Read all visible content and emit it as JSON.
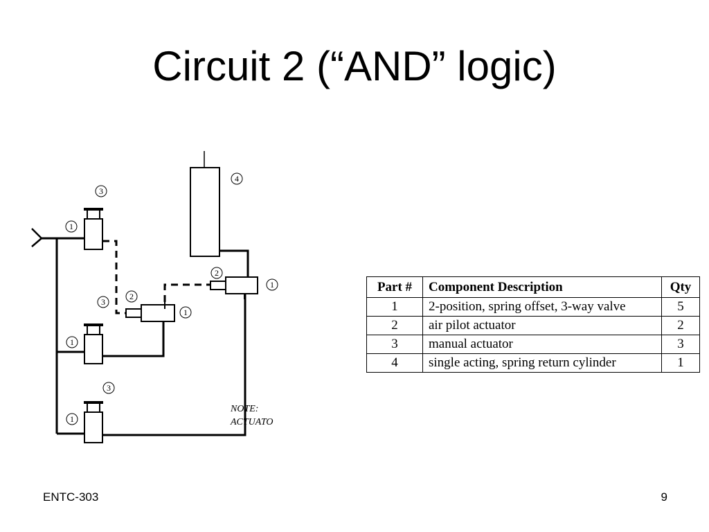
{
  "slide": {
    "title": "Circuit 2 (“AND” logic)",
    "footer_left": "ENTC-303",
    "page_number": "9"
  },
  "diagram": {
    "labels": {
      "valve_top_left_num": "1",
      "manual_top_left_num": "3",
      "cylinder_num": "4",
      "valve_right_num": "1",
      "pilot_right_num": "2",
      "valve_middle_num": "1",
      "pilot_middle_num": "2",
      "manual_middle_num": "3",
      "valve_mid_left_num": "1",
      "manual_bottom_num": "3",
      "valve_bottom_left_num": "1"
    },
    "note_line1": "NOTE:",
    "note_line2": "ACTUATO"
  },
  "parts_table": {
    "headers": [
      "Part #",
      "Component Description",
      "Qty"
    ],
    "rows": [
      {
        "part": "1",
        "description": "2-position, spring offset, 3-way valve",
        "qty": "5"
      },
      {
        "part": "2",
        "description": "air pilot actuator",
        "qty": "2"
      },
      {
        "part": "3",
        "description": "manual actuator",
        "qty": "3"
      },
      {
        "part": "4",
        "description": "single acting, spring return cylinder",
        "qty": "1"
      }
    ]
  }
}
